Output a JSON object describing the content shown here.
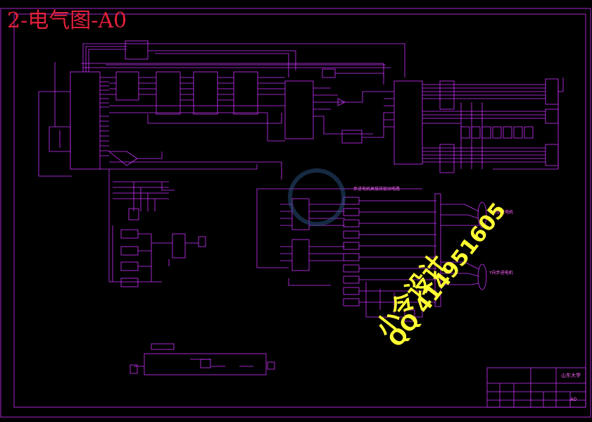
{
  "drawing": {
    "title": "2-电气图-A0",
    "line_color": "#cc33ff",
    "background": "#000000",
    "title_color": "#e0203a"
  },
  "watermark": {
    "line1": "小令设计",
    "line2": "QQ 414951605",
    "color": "#ffff33"
  },
  "labels": {
    "stepper_drive": "步进电机高低压驱动电路",
    "motor_x": "X向步进电机",
    "motor_y": "Y向步进电机"
  },
  "title_block": {
    "school": "山东大学",
    "sheet": "A0"
  }
}
